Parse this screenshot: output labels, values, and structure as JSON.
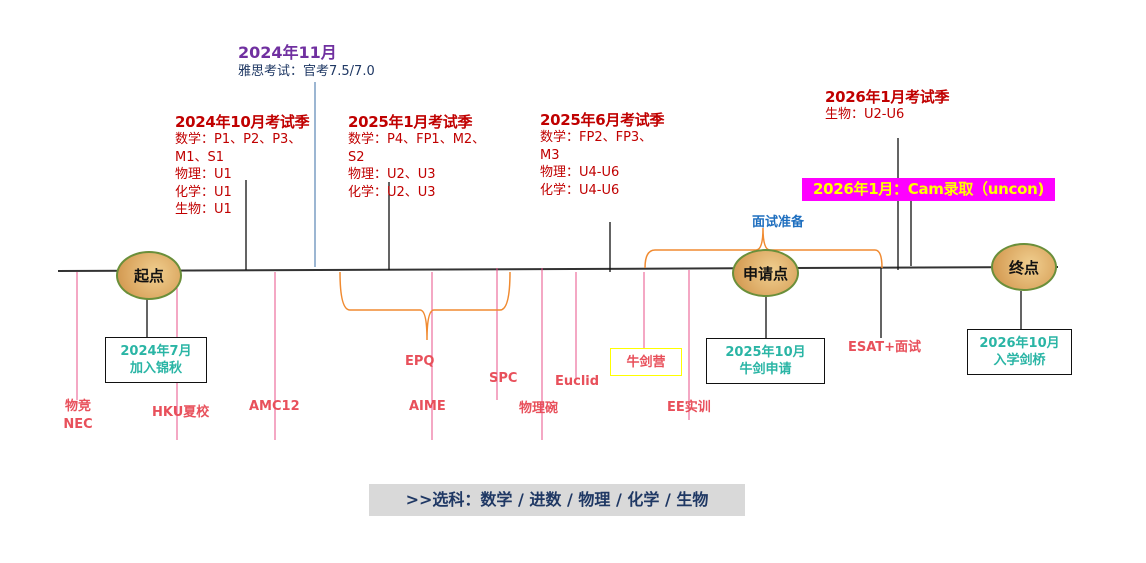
{
  "nodes": {
    "start": "起点",
    "apply": "申请点",
    "end": "终点"
  },
  "top_events": {
    "ielts": {
      "title": "2024年11月",
      "body": "雅思考试：官考7.5/7.0"
    },
    "oct2024": {
      "title": "2024年10月考试季",
      "lines": [
        "数学：P1、P2、P3、",
        "M1、S1",
        "物理：U1",
        "化学：U1",
        "生物：U1"
      ]
    },
    "jan2025": {
      "title": "2025年1月考试季",
      "lines": [
        "数学：P4、FP1、M2、",
        "S2",
        "物理：U2、U3",
        "化学：U2、U3"
      ]
    },
    "jun2025": {
      "title": "2025年6月考试季",
      "lines": [
        "数学：FP2、FP3、",
        "M3",
        "物理：U4-U6",
        "化学：U4-U6"
      ]
    },
    "jan2026": {
      "title": "2026年1月考试季",
      "lines": [
        "生物：U2-U6"
      ]
    },
    "offer": "2026年1月：Cam录取（uncon)",
    "interview_prep": "面试准备"
  },
  "boxes": {
    "join": [
      "2024年7月",
      "加入锦秋"
    ],
    "apply": [
      "2025年10月",
      "牛剑申请"
    ],
    "enroll": [
      "2026年10月",
      "入学剑桥"
    ],
    "camp": "牛剑营"
  },
  "activities": {
    "nec": [
      "物竞",
      "NEC"
    ],
    "hku": "HKU夏校",
    "amc": "AMC12",
    "epq": "EPQ",
    "aime": "AIME",
    "spc": "SPC",
    "physics_bowl": "物理碗",
    "euclid": "Euclid",
    "ee": "EE实训",
    "esat": "ESAT+面试"
  },
  "footer": ">>选科：数学 / 进数 / 物理 / 化学 / 生物",
  "colors": {
    "exam": "#c00000",
    "ielts": "#7030a0",
    "activity": "#e8505b",
    "box_text": "#2ab5a5",
    "offer_bg": "#ff00ff",
    "offer_text": "#ffff00"
  }
}
